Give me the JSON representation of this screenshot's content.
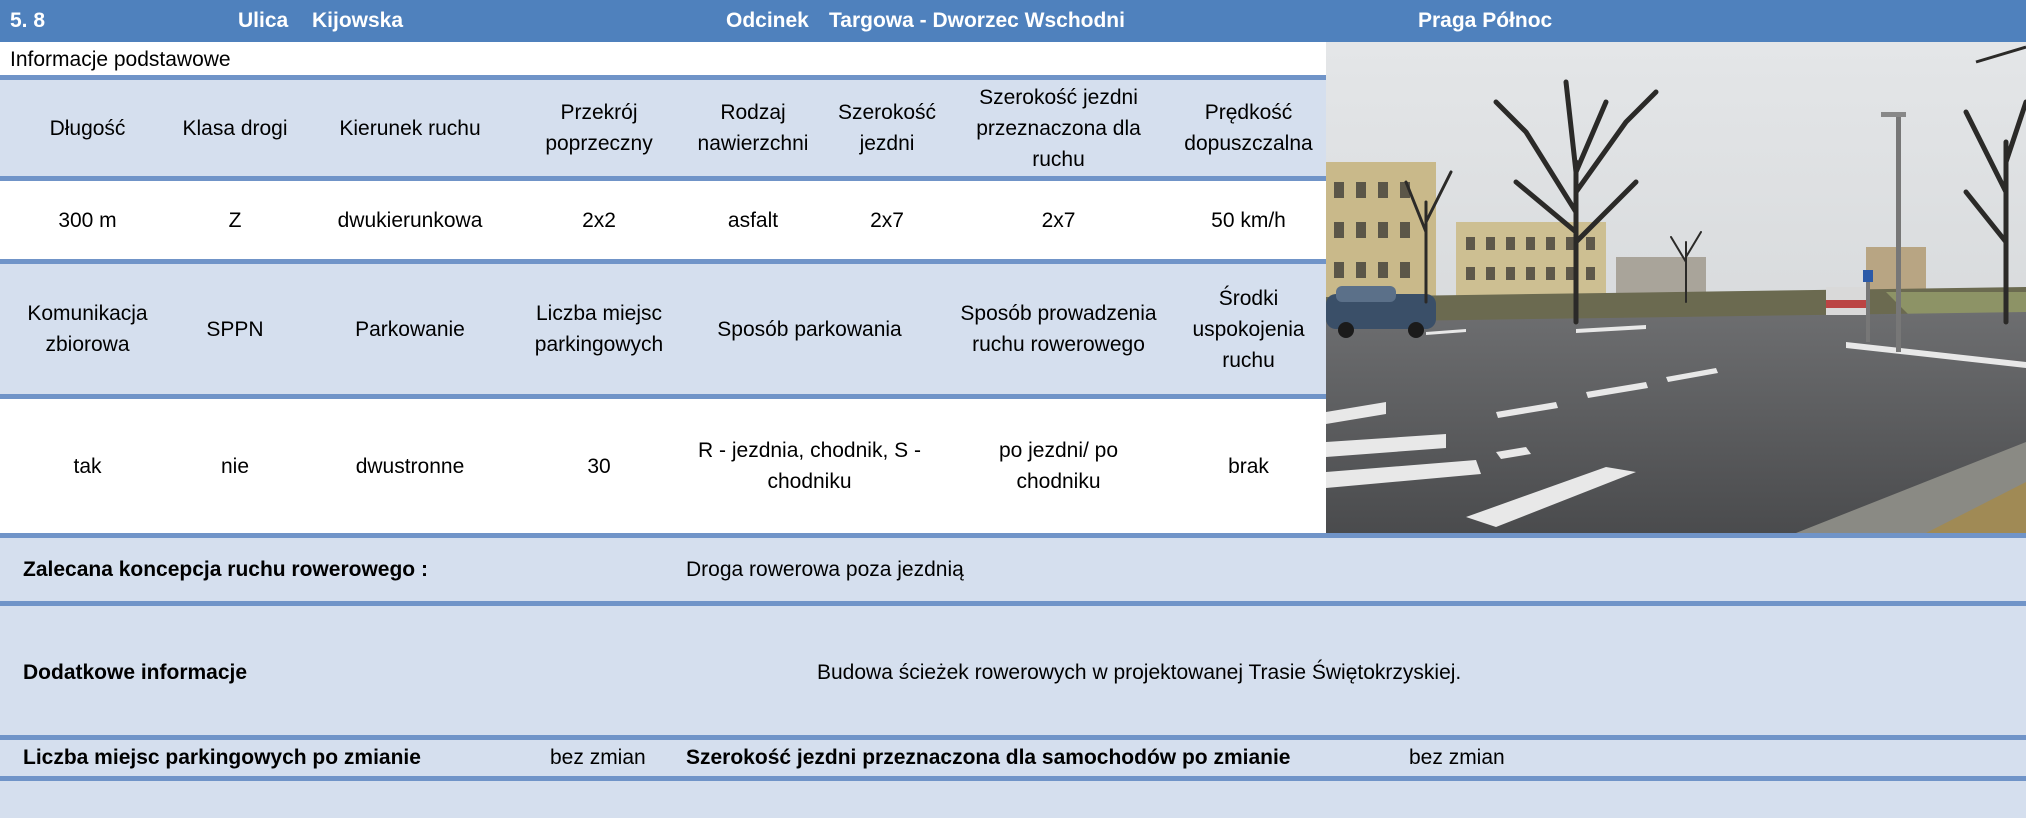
{
  "header": {
    "number": "5. 8",
    "street_label": "Ulica",
    "street_name": "Kijowska",
    "section_label": "Odcinek",
    "section_name": "Targowa - Dworzec Wschodni",
    "district": "Praga Północ"
  },
  "subtitle": "Informacje podstawowe",
  "table1": {
    "headers": [
      "Długość",
      "Klasa drogi",
      "Kierunek ruchu",
      "Przekrój poprzeczny",
      "Rodzaj nawierzchni",
      "Szerokość jezdni",
      "Szerokość jezdni przeznaczona dla ruchu",
      "Prędkość dopuszczalna"
    ],
    "values": [
      "300 m",
      "Z",
      "dwukierunkowa",
      "2x2",
      "asfalt",
      "2x7",
      "2x7",
      "50 km/h"
    ]
  },
  "table2": {
    "headers": [
      "Komunikacja zbiorowa",
      "SPPN",
      "Parkowanie",
      "Liczba miejsc parkingowych",
      "Sposób parkowania",
      "Sposób prowadzenia ruchu rowerowego",
      "Środki uspokojenia ruchu"
    ],
    "values": [
      "tak",
      "nie",
      "dwustronne",
      "30",
      "R - jezdnia, chodnik, S - chodniku",
      "po jezdni/ po chodniku",
      "brak"
    ]
  },
  "concept": {
    "label": "Zalecana koncepcja ruchu rowerowego :",
    "value": "Droga rowerowa poza jezdnią"
  },
  "additional": {
    "label": "Dodatkowe informacje",
    "value": "Budowa ścieżek rowerowych w projektowanej Trasie Świętokrzyskiej."
  },
  "after_change": {
    "parking_label": "Liczba miejsc parkingowych po zmianie",
    "parking_value": "bez zmian",
    "width_label": "Szerokość jezdni przeznaczona dla samochodów po zmianie",
    "width_value": "bez zmian"
  },
  "colors": {
    "header_bg": "#4f81bd",
    "band_bg": "#d5dfee",
    "rule": "#7094c8"
  }
}
